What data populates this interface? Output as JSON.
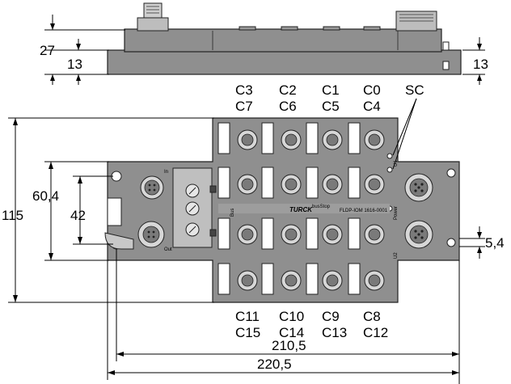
{
  "dimensions": {
    "side_height": "27",
    "side_base_left": "13",
    "side_base_right": "13",
    "overall_height": "115",
    "flange_height": "60,4",
    "hole_spacing": "42",
    "hole_offset": "5,4",
    "hole_distance": "210,5",
    "overall_length": "220,5"
  },
  "channels_top": [
    {
      "line1": "C3",
      "line2": "C7"
    },
    {
      "line1": "C2",
      "line2": "C6"
    },
    {
      "line1": "C1",
      "line2": "C5"
    },
    {
      "line1": "C0",
      "line2": "C4"
    }
  ],
  "channels_bottom": [
    {
      "line1": "C11",
      "line2": "C15"
    },
    {
      "line1": "C10",
      "line2": "C14"
    },
    {
      "line1": "C9",
      "line2": "C13"
    },
    {
      "line1": "C8",
      "line2": "C12"
    }
  ],
  "shield_label": "SC",
  "device": {
    "brand": "TURCK",
    "product_line": "busStop",
    "model": "FLDP-IOM 1616-0001",
    "in_label": "In",
    "out_label": "Out",
    "bus_label": "Bus",
    "power_label": "Power",
    "u1_label": "U1",
    "u2_label": "U2"
  }
}
